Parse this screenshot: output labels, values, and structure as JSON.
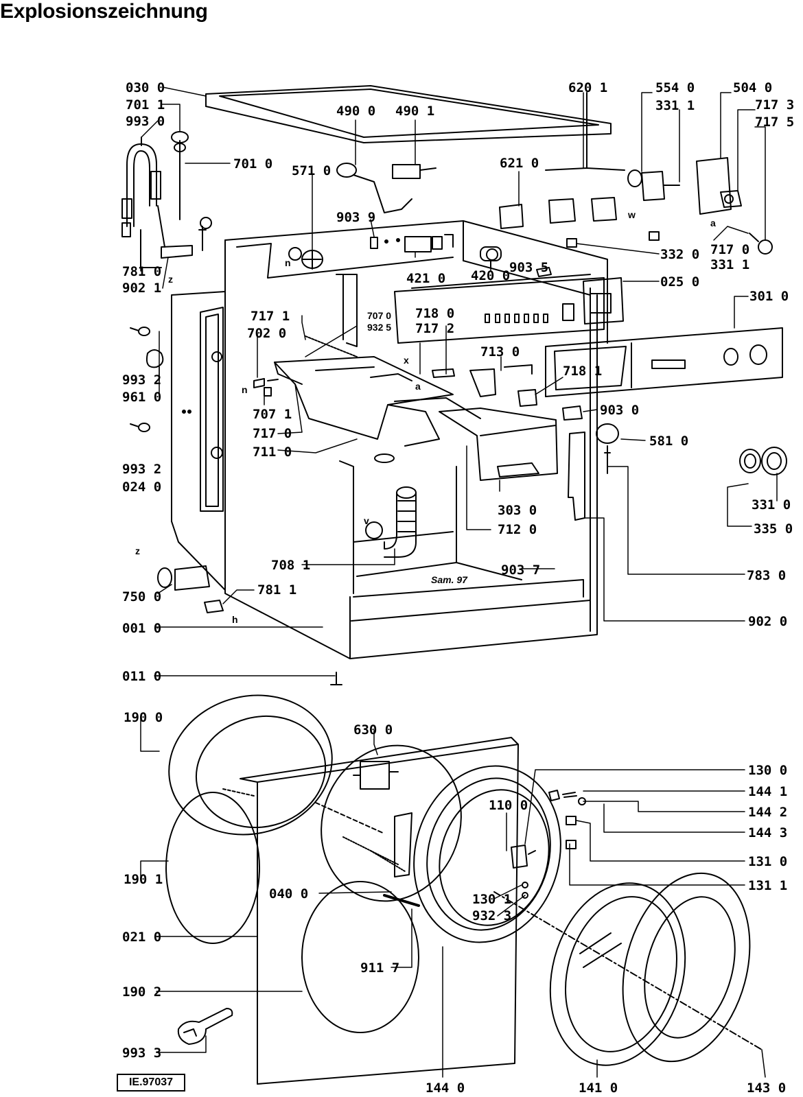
{
  "title": "Explosionszeichnung",
  "reference": "IE.97037",
  "labels": {
    "l0300": "030 0",
    "l7011": "701 1",
    "l9930": "993 0",
    "l7010": "701 0",
    "l4900": "490 0",
    "l4901": "490 1",
    "l5710": "571 0",
    "l9039": "903 9",
    "l4210": "421 0",
    "l4200": "420 0",
    "l9035": "903 5",
    "l6210": "621 0",
    "l6201": "620 1",
    "l5540": "554 0",
    "l3311a": "331 1",
    "l5040": "504 0",
    "l7173": "717 3",
    "l7175": "717 5",
    "l7170r": "717 0",
    "l3311b": "331 1",
    "l3320": "332 0",
    "l0250": "025 0",
    "l3010": "301 0",
    "l7810": "781 0",
    "l9021": "902 1",
    "l7171": "717 1",
    "l7020": "702 0",
    "l7070": "707 0",
    "l9325": "932 5",
    "l7180": "718 0",
    "l7172": "717 2",
    "l7130": "713 0",
    "l7181": "718 1",
    "l9932a": "993 2",
    "l9610": "961 0",
    "l7071": "707 1",
    "l7170": "717 0",
    "l7110": "711 0",
    "l9932b": "993 2",
    "l0240": "024 0",
    "l9030": "903 0",
    "l5810": "581 0",
    "l3310": "331 0",
    "l3350": "335 0",
    "l3030": "303 0",
    "l7120": "712 0",
    "l7081": "708 1",
    "l9037": "903 7",
    "l7830": "783 0",
    "l7500": "750 0",
    "l7811": "781 1",
    "l0010": "001 0",
    "l9020": "902 0",
    "l0110": "011 0",
    "l1900": "190 0",
    "l6300": "630 0",
    "l1300": "130 0",
    "l1441": "144 1",
    "l1442": "144 2",
    "l1443": "144 3",
    "l1100": "110 0",
    "l1310": "131 0",
    "l1311": "131 1",
    "l1301": "130 1",
    "l9323": "932 3",
    "l0400": "040 0",
    "l1901": "190 1",
    "l0210": "021 0",
    "l9117": "911 7",
    "l1902": "190 2",
    "l9933": "993 3",
    "l1440": "144 0",
    "l1410": "141 0",
    "l1430": "143 0"
  },
  "letters": {
    "n1": "n",
    "z1": "z",
    "n2": "n",
    "x": "x",
    "a1": "a",
    "w": "w",
    "a2": "a",
    "v": "v",
    "z2": "z",
    "h": "h",
    "sam": "Sam. 97"
  }
}
